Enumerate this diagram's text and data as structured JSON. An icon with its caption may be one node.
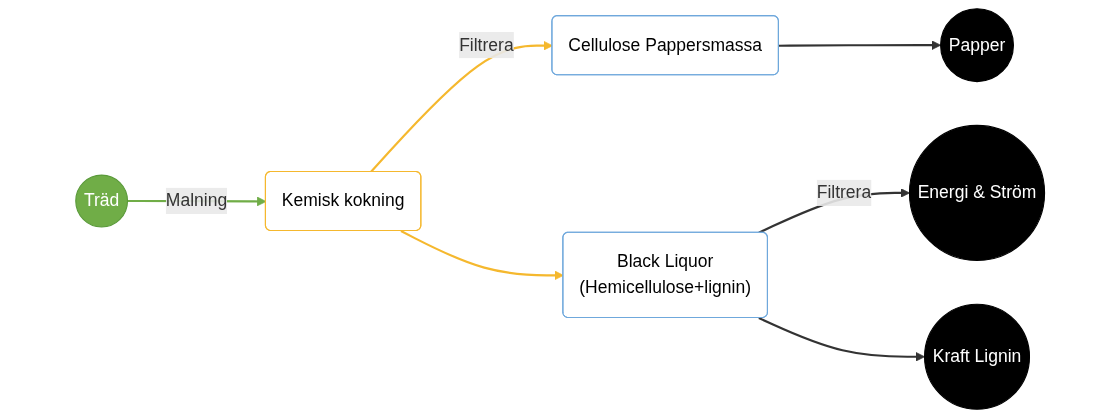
{
  "diagram": {
    "nodes": [
      {
        "text": [
          "Träd"
        ]
      },
      {
        "text": [
          "Kemisk kokning"
        ]
      },
      {
        "text": [
          "Cellulose Pappersmassa"
        ]
      },
      {
        "text": [
          "Black Liquor",
          "(Hemicellulose+lignin)"
        ]
      },
      {
        "text": [
          "Papper"
        ]
      },
      {
        "text": [
          "Energi & Ström"
        ]
      },
      {
        "text": [
          "Kraft Lignin"
        ]
      }
    ],
    "edges": [
      {
        "from": 0,
        "to": 1,
        "arrow": "to",
        "label": "Malning",
        "color": "#70ad47"
      },
      {
        "from": 1,
        "to": 2,
        "arrow": "to",
        "label": "Filtrera",
        "color": "#f5b82e"
      },
      {
        "from": 1,
        "to": 3,
        "arrow": "to",
        "color": "#f5b82e"
      },
      {
        "from": 2,
        "to": 4,
        "arrow": "to"
      },
      {
        "from": 3,
        "to": 5,
        "arrow": "to",
        "label": "Filtrera"
      },
      {
        "from": 3,
        "to": 6,
        "arrow": "to"
      }
    ]
  }
}
